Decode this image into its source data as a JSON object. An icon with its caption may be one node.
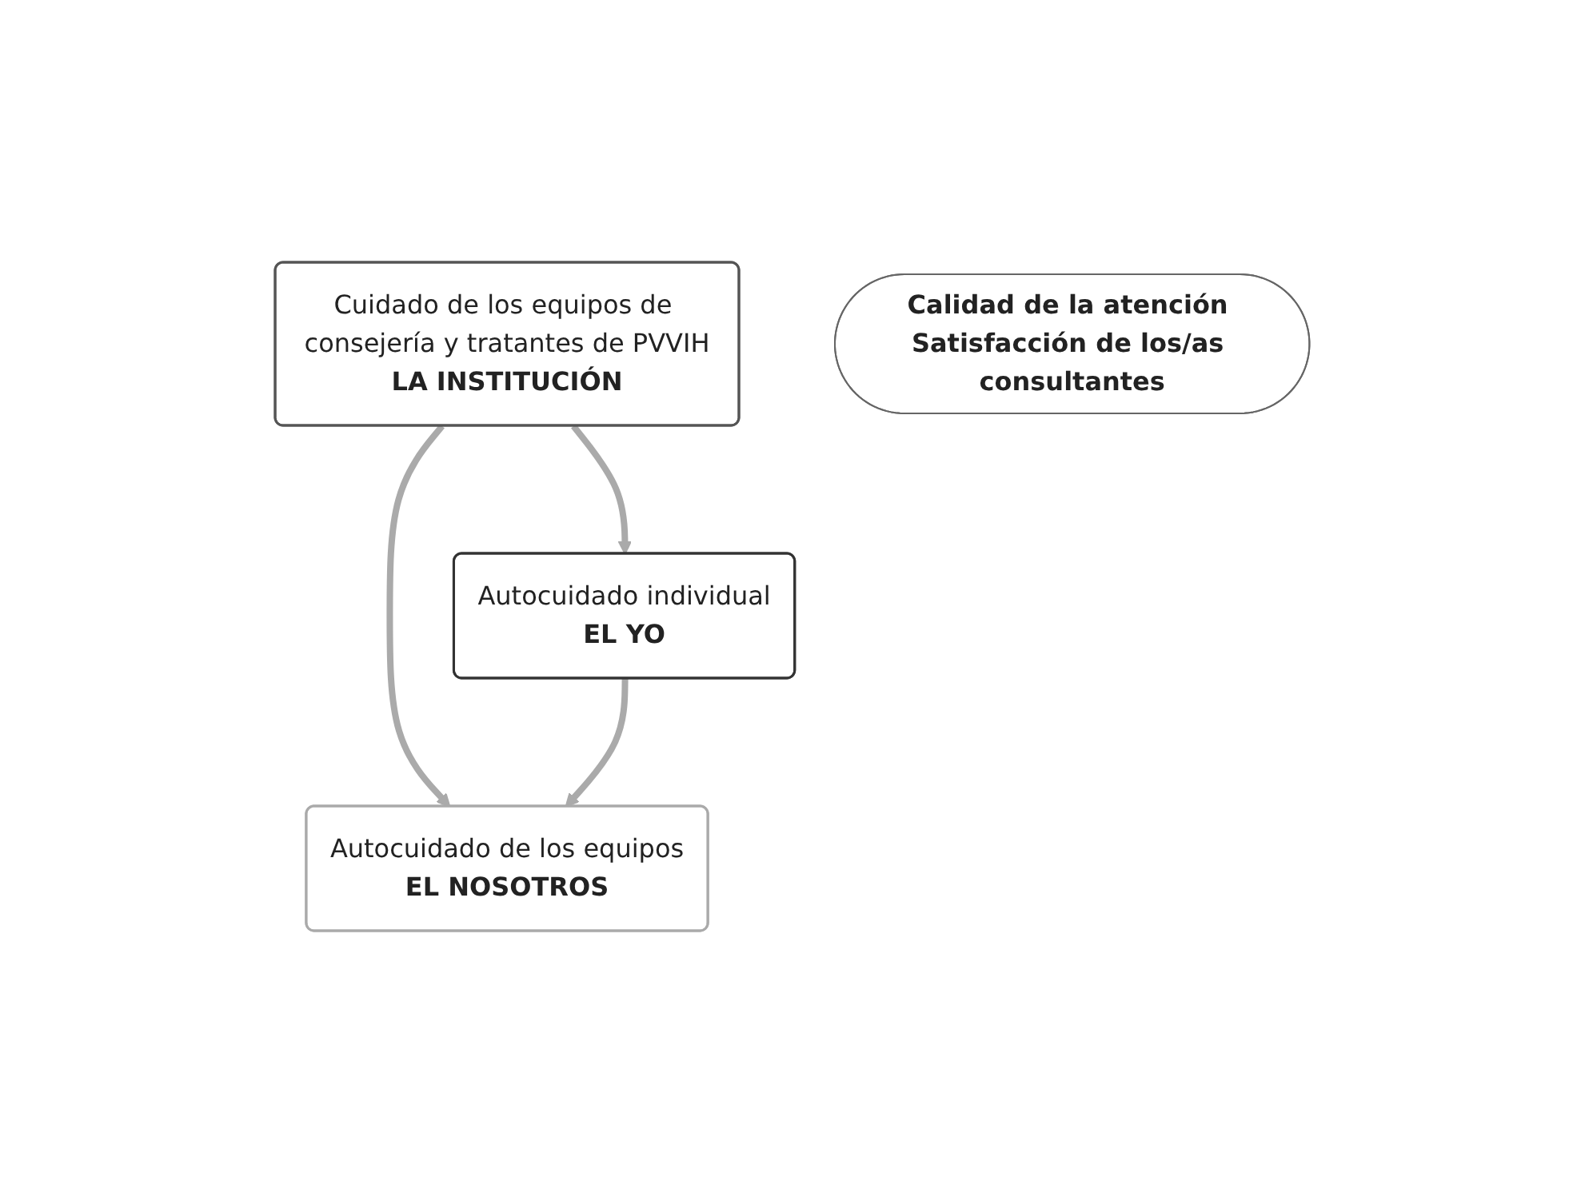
{
  "diagram": {
    "nodes": [
      {
        "text": [
          "Cuidado de los equipos de consejería y tratantes de PVVIH",
          "LA INSTITUCIÓN"
        ]
      },
      {
        "text": [
          "Calidad de la atención Satisfacción de los/as consultantes"
        ]
      },
      {
        "text": [
          "Autocuidado de los equipos",
          "EL NOSOTROS"
        ]
      },
      {
        "text": [
          "Autocuidado individual",
          "EL YO"
        ]
      }
    ],
    "edges": [
      {
        "from": 0,
        "to": 3,
        "arrow": "to"
      },
      {
        "from": 0,
        "to": 2,
        "arrow": "to"
      },
      {
        "from": 3,
        "to": 2,
        "arrow": "to"
      }
    ]
  }
}
